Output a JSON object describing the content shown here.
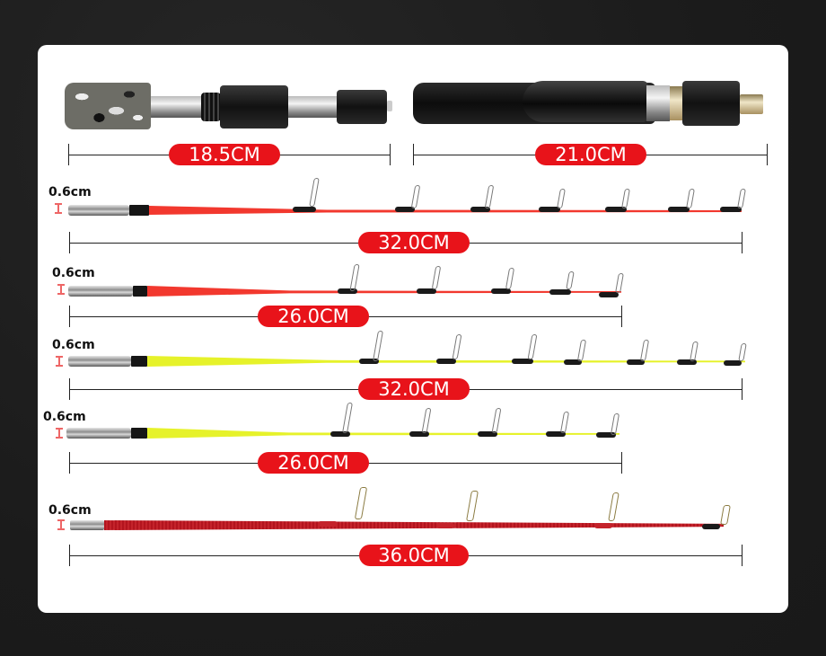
{
  "handles": [
    {
      "name": "camo-spinning-handle",
      "length_label": "18.5CM"
    },
    {
      "name": "eva-casting-handle",
      "length_label": "21.0CM"
    }
  ],
  "tips": [
    {
      "name": "red-tip-32",
      "color": "#f2382e",
      "diameter_label": "0.6cm",
      "length_label": "32.0CM",
      "guides": 7
    },
    {
      "name": "red-tip-26",
      "color": "#f2382e",
      "diameter_label": "0.6cm",
      "length_label": "26.0CM",
      "guides": 5
    },
    {
      "name": "yellow-tip-32",
      "color": "#e6f22a",
      "diameter_label": "0.6cm",
      "length_label": "32.0CM",
      "guides": 7
    },
    {
      "name": "yellow-tip-26",
      "color": "#e6f22a",
      "diameter_label": "0.6cm",
      "length_label": "26.0CM",
      "guides": 5
    },
    {
      "name": "crimson-tip-36",
      "color": "#b3141e",
      "diameter_label": "0.6cm",
      "length_label": "36.0CM",
      "guides": 4
    }
  ],
  "colors": {
    "background": "#1e1e1e",
    "card": "#ffffff",
    "pill": "#e8131a"
  }
}
